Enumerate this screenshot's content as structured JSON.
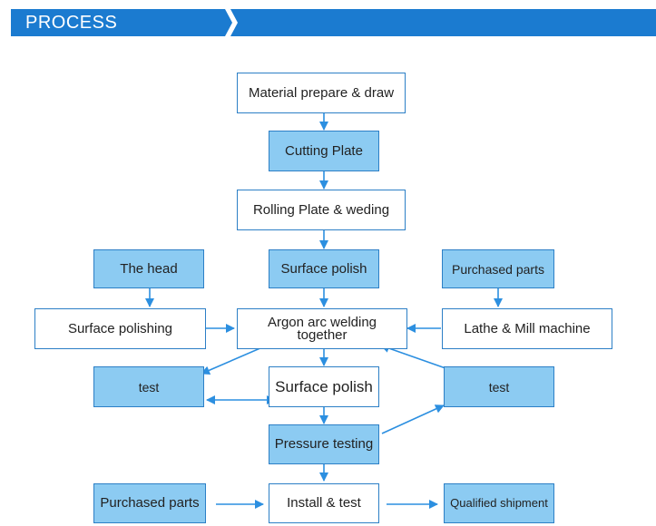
{
  "header": {
    "title": "PROCESS"
  },
  "colors": {
    "accent": "#1b7bd0",
    "box_blue": "#8ccbf2",
    "arrow": "#2c8fe0",
    "border": "#2c7fc6"
  },
  "nodes": {
    "material": "Material prepare & draw",
    "cutting": "Cutting Plate",
    "rolling": "Rolling Plate & weding",
    "polish_top": "Surface polish",
    "head": "The head",
    "purchased_top": "Purchased parts",
    "surface_polishing": "Surface polishing",
    "argon": "Argon arc welding together",
    "lathe": "Lathe & Mill machine",
    "test_left": "test",
    "polish_mid": "Surface polish",
    "test_right": "test",
    "pressure": "Pressure testing",
    "purchased_bottom": "Purchased parts",
    "install": "Install & test",
    "qualified": "Qualified shipment"
  }
}
